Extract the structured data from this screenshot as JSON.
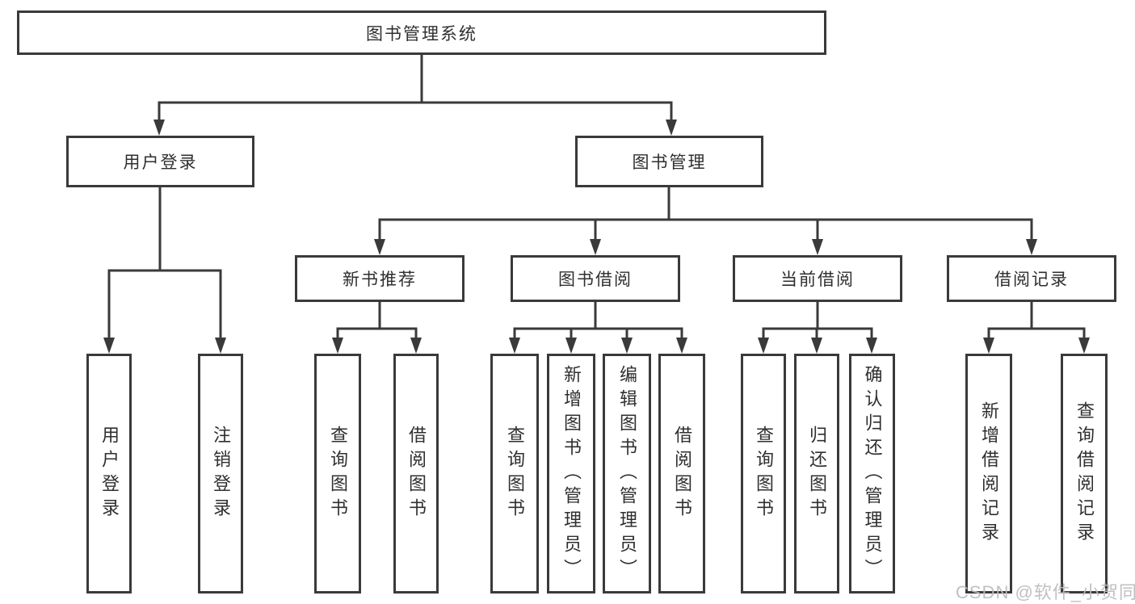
{
  "diagram": {
    "root": "图书管理系统",
    "login_branch": {
      "label": "用户登录",
      "children": [
        "用户登录",
        "注销登录"
      ]
    },
    "mgmt_branch": {
      "label": "图书管理",
      "groups": [
        {
          "label": "新书推荐",
          "children": [
            "查询图书",
            "借阅图书"
          ]
        },
        {
          "label": "图书借阅",
          "children": [
            "查询图书",
            "新增图书（管理员）",
            "编辑图书（管理员）",
            "借阅图书"
          ]
        },
        {
          "label": "当前借阅",
          "children": [
            "查询图书",
            "归还图书",
            "确认归还（管理员）"
          ]
        },
        {
          "label": "借阅记录",
          "children": [
            "新增借阅记录",
            "查询借阅记录"
          ]
        }
      ]
    }
  },
  "watermark": "CSDN @软件_小贺同学",
  "colors": {
    "line": "#3a3a3a",
    "box_border": "#3a3a3a",
    "text": "#2f2f2f",
    "background": "#ffffff",
    "watermark": "#bbbbbb"
  }
}
